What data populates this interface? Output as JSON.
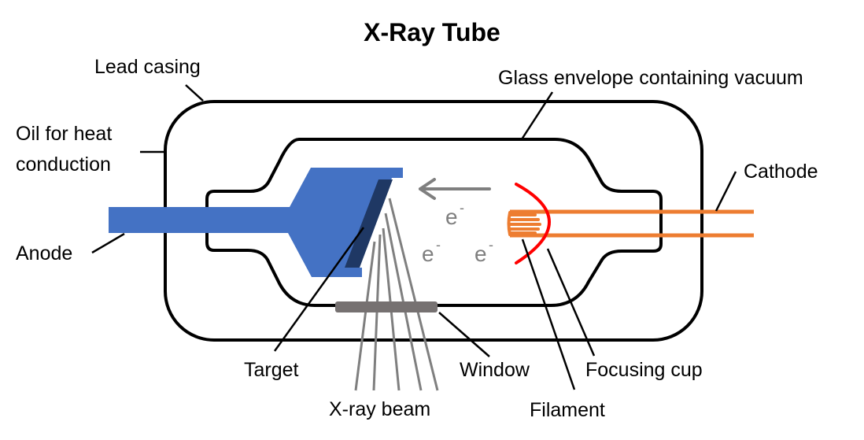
{
  "title": "X-Ray Tube",
  "labels": {
    "lead_casing": "Lead casing",
    "glass_envelope": "Glass envelope containing vacuum",
    "oil_line1": "Oil for heat",
    "oil_line2": "conduction",
    "cathode": "Cathode",
    "anode": "Anode",
    "target": "Target",
    "window": "Window",
    "focusing_cup": "Focusing cup",
    "xray_beam": "X-ray beam",
    "filament": "Filament"
  },
  "electrons": {
    "symbol": "e",
    "charge": "-"
  },
  "colors": {
    "anode": "#4472c4",
    "target": "#1f3864",
    "window": "#767171",
    "xray": "#7f7f7f",
    "cathode": "#ed7d31",
    "focusing_cup": "#ff0000",
    "electron_text": "#7f7f7f",
    "arrow": "#7f7f7f"
  }
}
